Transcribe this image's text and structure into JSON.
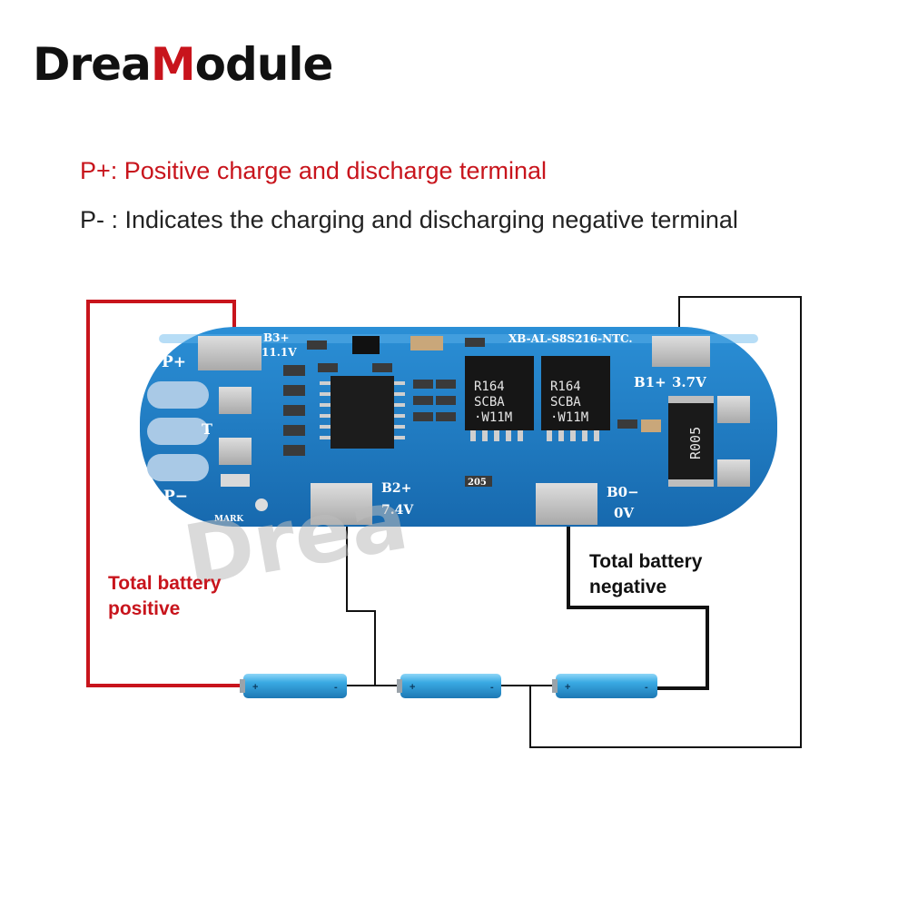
{
  "brand": {
    "prefix": "Drea",
    "accent": "M",
    "suffix": "odule"
  },
  "legend": {
    "p_plus": "P+: Positive charge and discharge terminal",
    "p_minus": "P- : Indicates the charging and discharging negative terminal"
  },
  "board": {
    "model": "XB-AL-S8S216-NTC.",
    "pads": {
      "p_plus": "P+",
      "t": "T",
      "p_minus": "P−",
      "mark": "MARK",
      "b3": "B3+",
      "b3_v": "11.1V",
      "b2": "B2+",
      "b2_v": "7.4V",
      "b1": "B1+",
      "b1_v": "3.7V",
      "b0": "B0−",
      "b0_v": "0V"
    },
    "chips": {
      "mosfet_1": [
        "R164",
        "SCBA",
        "·W11M"
      ],
      "mosfet_2": [
        "R164",
        "SCBA",
        "·W11M"
      ],
      "resistor": "R005",
      "small_205": "205"
    }
  },
  "watermark": "Drea",
  "labels": {
    "positive": [
      "Total battery",
      "positive"
    ],
    "negative": [
      "Total battery",
      "negative"
    ]
  },
  "colors": {
    "accent_red": "#c8141c",
    "pcb_blue": "#1f7ec8",
    "pad_silver": "#c4c4c4",
    "battery_blue": "#3aaae3",
    "wire_black": "#111111"
  },
  "batteries": [
    {
      "plus": "+",
      "minus": "-"
    },
    {
      "plus": "+",
      "minus": "-"
    },
    {
      "plus": "+",
      "minus": "-"
    }
  ]
}
